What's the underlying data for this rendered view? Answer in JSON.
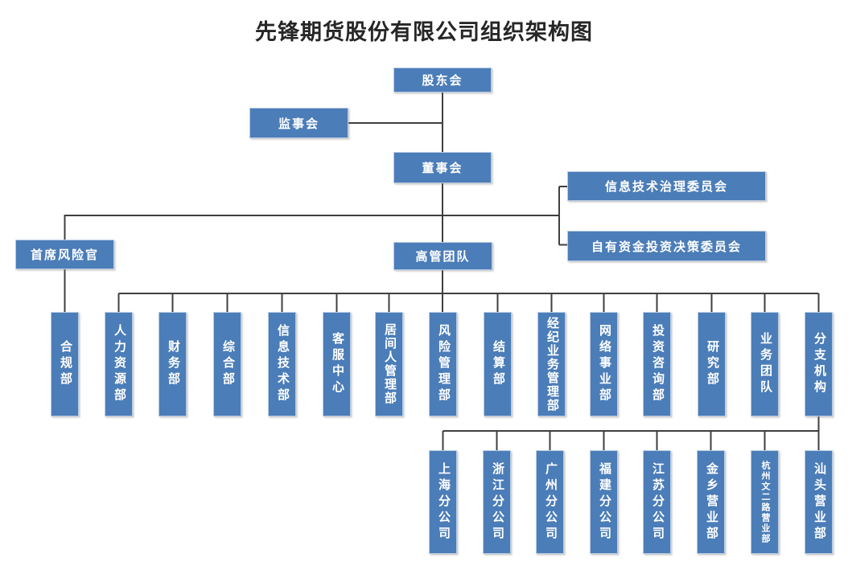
{
  "title": "先锋期货股份有限公司组织架构图",
  "colors": {
    "box_fill": "#4b7db8",
    "box_border": "#b8cce4",
    "box_text": "#ffffff",
    "connector_line": "#3f3f3f",
    "title_text": "#262626"
  },
  "nodes": {
    "shareholders_meeting": "股东会",
    "supervisory_board": "监事会",
    "board_of_directors": "董事会",
    "it_governance_committee": "信息技术治理委员会",
    "proprietary_investment_committee": "自有资金投资决策委员会",
    "chief_risk_officer": "首席风险官",
    "executive_team": "高管团队"
  },
  "departments": [
    "合规部",
    "人力资源部",
    "财务部",
    "综合部",
    "信息技术部",
    "客服中心",
    "居间人管理部",
    "风险管理部",
    "结算部",
    "经纪业务管理部",
    "网络事业部",
    "投资咨询部",
    "研究部",
    "业务团队",
    "分支机构"
  ],
  "branches": [
    "上海分公司",
    "浙江分公司",
    "广州分公司",
    "福建分公司",
    "江苏分公司",
    "金乡营业部",
    "杭州文二路营业部",
    "汕头营业部"
  ]
}
